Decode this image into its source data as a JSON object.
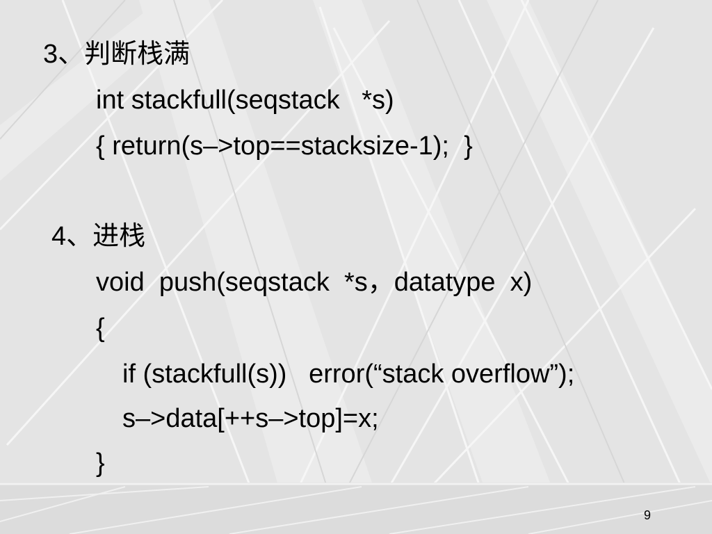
{
  "slide": {
    "lines": [
      "3、判断栈满",
      "int stackfull(seqstack   *s)",
      "{ return(s–>top==stacksize-1);  }",
      "4、进栈",
      "void  push(seqstack  *s，datatype  x)",
      "{",
      "if (stackfull(s))   error(“stack overflow”);",
      "s–>data[++s–>top]=x;",
      "}"
    ],
    "page_number": "9"
  },
  "colors": {
    "background": "#e4e4e4",
    "stripe_light": "#f4f4f4",
    "stripe_dark": "#d2d2d2",
    "text": "#000000"
  }
}
